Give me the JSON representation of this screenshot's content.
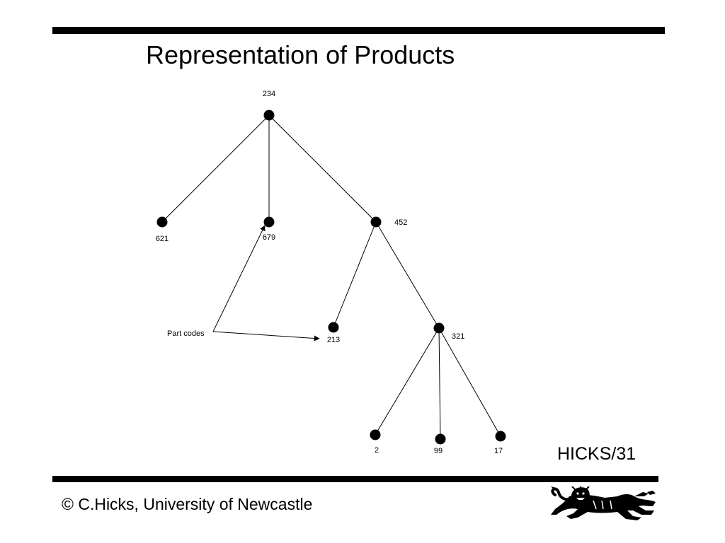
{
  "slide": {
    "title": "Representation of Products",
    "slide_code": "HICKS/31",
    "copyright": "© C.Hicks, University of Newcastle"
  },
  "diagram": {
    "nodes": [
      {
        "id": "234",
        "label": "234"
      },
      {
        "id": "621",
        "label": "621"
      },
      {
        "id": "679",
        "label": "679"
      },
      {
        "id": "452",
        "label": "452"
      },
      {
        "id": "213",
        "label": "213"
      },
      {
        "id": "321",
        "label": "321"
      },
      {
        "id": "2",
        "label": "2"
      },
      {
        "id": "99",
        "label": "99"
      },
      {
        "id": "17",
        "label": "17"
      }
    ],
    "edges": [
      {
        "from": "234",
        "to": "621"
      },
      {
        "from": "234",
        "to": "679"
      },
      {
        "from": "234",
        "to": "452"
      },
      {
        "from": "452",
        "to": "213"
      },
      {
        "from": "452",
        "to": "321"
      },
      {
        "from": "321",
        "to": "2"
      },
      {
        "from": "321",
        "to": "99"
      },
      {
        "from": "321",
        "to": "17"
      }
    ],
    "callout": {
      "text": "Part codes",
      "points_to": [
        "679",
        "213"
      ]
    }
  },
  "logo": {
    "icon": "heraldic-lion-icon"
  }
}
